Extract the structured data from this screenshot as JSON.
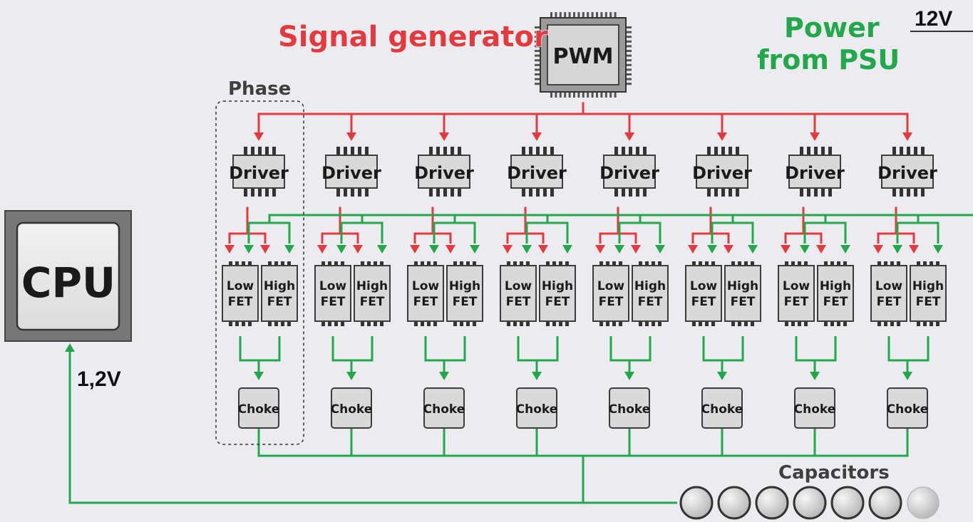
{
  "title": {
    "signal_generator": "Signal generator",
    "power_line1": "Power",
    "power_line2": "from PSU",
    "voltage_in": "12V",
    "voltage_out": "1,2V",
    "phase": "Phase",
    "capacitors": "Capacitors"
  },
  "pwm_label": "PWM",
  "cpu_label": "CPU",
  "phases": [
    {
      "driver": "Driver",
      "low1": "Low",
      "low2": "FET",
      "high1": "High",
      "high2": "FET",
      "choke": "Choke"
    },
    {
      "driver": "Driver",
      "low1": "Low",
      "low2": "FET",
      "high1": "High",
      "high2": "FET",
      "choke": "Choke"
    },
    {
      "driver": "Driver",
      "low1": "Low",
      "low2": "FET",
      "high1": "High",
      "high2": "FET",
      "choke": "Choke"
    },
    {
      "driver": "Driver",
      "low1": "Low",
      "low2": "FET",
      "high1": "High",
      "high2": "FET",
      "choke": "Choke"
    },
    {
      "driver": "Driver",
      "low1": "Low",
      "low2": "FET",
      "high1": "High",
      "high2": "FET",
      "choke": "Choke"
    },
    {
      "driver": "Driver",
      "low1": "Low",
      "low2": "FET",
      "high1": "High",
      "high2": "FET",
      "choke": "Choke"
    },
    {
      "driver": "Driver",
      "low1": "Low",
      "low2": "FET",
      "high1": "High",
      "high2": "FET",
      "choke": "Choke"
    },
    {
      "driver": "Driver",
      "low1": "Low",
      "low2": "FET",
      "high1": "High",
      "high2": "FET",
      "choke": "Choke"
    }
  ],
  "capacitor_count": 7,
  "colors": {
    "signal": "#e23a3f",
    "power": "#22a84a",
    "component_fill": "#d9d9d9",
    "component_stroke": "#3c3c3c",
    "background": "#ecebf0"
  }
}
